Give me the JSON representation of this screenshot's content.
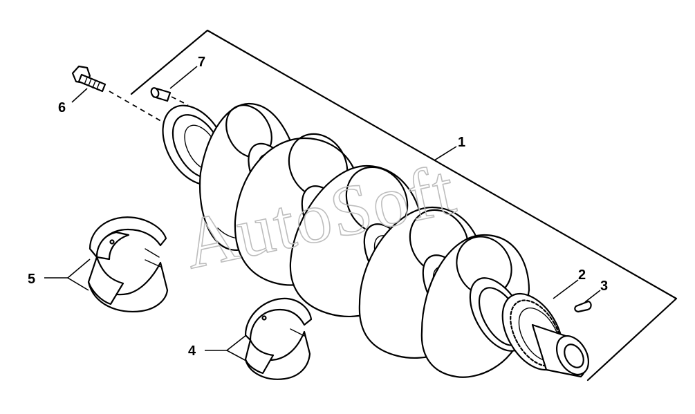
{
  "watermark": "AutoSoft",
  "callouts": [
    {
      "id": "1",
      "label": "1"
    },
    {
      "id": "2",
      "label": "2"
    },
    {
      "id": "3",
      "label": "3"
    },
    {
      "id": "4",
      "label": "4"
    },
    {
      "id": "5",
      "label": "5"
    },
    {
      "id": "6",
      "label": "6"
    },
    {
      "id": "7",
      "label": "7"
    }
  ],
  "colors": {
    "line": "#000000",
    "background": "#ffffff",
    "watermark": "#bdbdbd"
  }
}
